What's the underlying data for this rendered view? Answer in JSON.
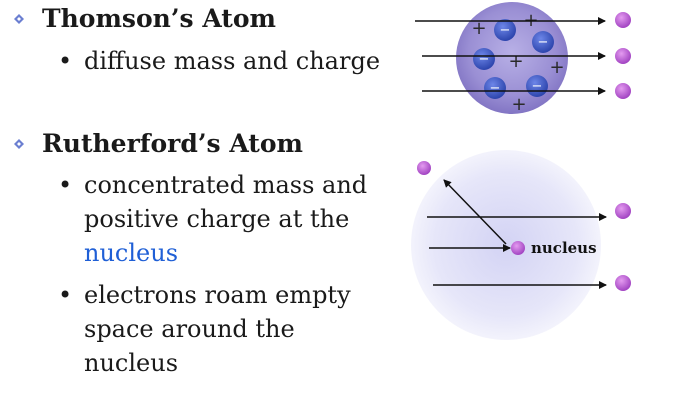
{
  "sections": [
    {
      "title": "Thomson’s Atom",
      "bullets": [
        [
          "diffuse mass and charge"
        ]
      ]
    },
    {
      "title": "Rutherford’s Atom",
      "bullets": [
        [
          "concentrated mass and",
          "positive charge at the",
          "nucleus"
        ],
        [
          "electrons roam empty",
          "space around the",
          "nucleus"
        ]
      ]
    }
  ],
  "bullet_glyph": "•",
  "diagram": {
    "nucleus_label": "nucleus",
    "plus_sign": "+",
    "minus_sign": "−"
  },
  "colors": {
    "thomson_sphere": "#9a8fd4",
    "electron": "#3a57c9",
    "alpha_particle": "#b65bd0",
    "rutherford_halo": "#dcdcf7",
    "link": "#1f5fd6",
    "diamond": "#6b7fd1"
  }
}
